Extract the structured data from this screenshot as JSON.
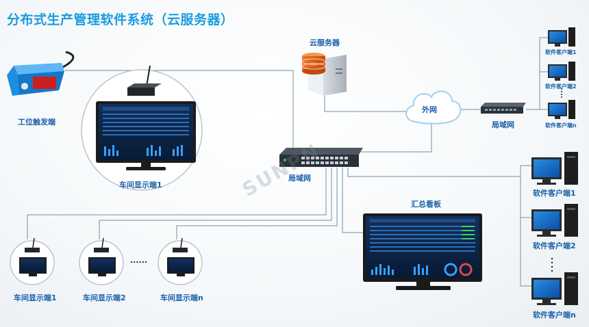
{
  "title": "分布式生产管理软件系统（云服务器）",
  "watermark": "SUNPN",
  "labels": {
    "sensor": "工位触发端",
    "cloud_server": "云服务器",
    "internet": "外网",
    "switch_top": "局域网",
    "switch_main": "局域网",
    "workshop_display_main": "车间显示端1",
    "dashboard": "汇总看板",
    "clients_top": [
      "软件客户端1",
      "软件客户端2",
      "软件客户端n"
    ],
    "clients_right": [
      "软件客户端1",
      "软件客户端2",
      "软件客户端n"
    ],
    "workshop_displays_bottom": [
      "车间显示端1",
      "车间显示端2",
      "车间显示端n"
    ],
    "ellipsis": "......"
  },
  "colors": {
    "title": "#1a9be0",
    "label": "#1a5fa8",
    "line": "#6f8fa8",
    "bubble_border": "#b8c4cc",
    "screen": "#0b2040",
    "cloud": "#ffffff"
  },
  "icons": {
    "sensor": "photoelectric-sensor-icon",
    "server": "server-icon",
    "cloud": "cloud-icon",
    "switch": "network-switch-icon",
    "router": "wireless-router-icon",
    "monitor": "monitor-icon",
    "desktop": "desktop-computer-icon"
  }
}
